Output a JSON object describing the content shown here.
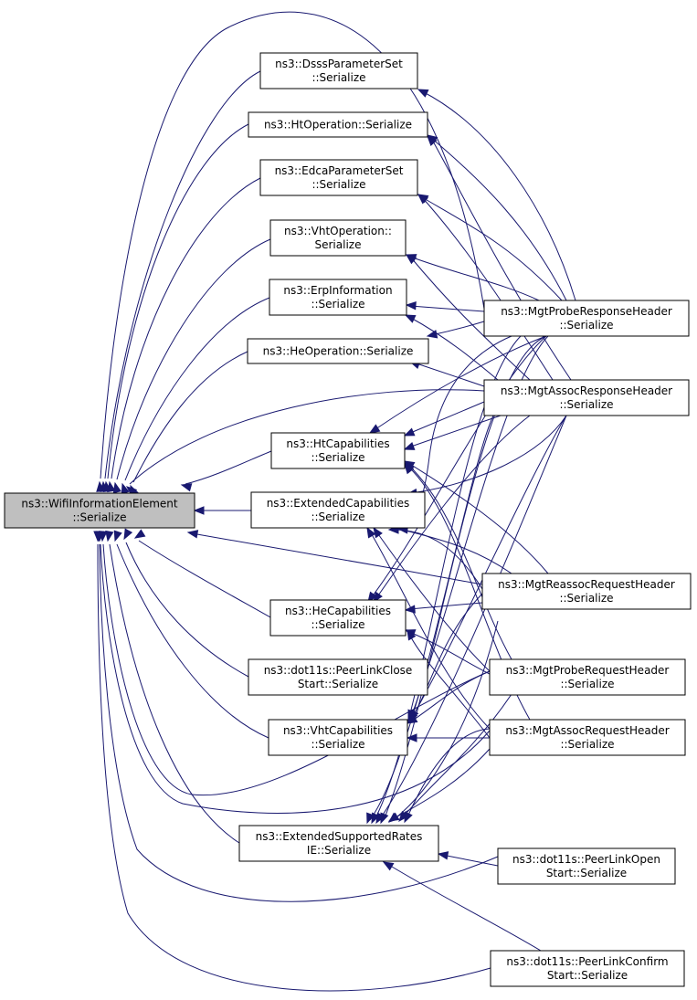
{
  "nodes": {
    "wifi_ie": [
      "ns3::WifiInformationElement",
      "::Serialize"
    ],
    "dsss": [
      "ns3::DsssParameterSet",
      "::Serialize"
    ],
    "htop": [
      "ns3::HtOperation::Serialize"
    ],
    "edca": [
      "ns3::EdcaParameterSet",
      "::Serialize"
    ],
    "vhtop": [
      "ns3::VhtOperation::",
      "Serialize"
    ],
    "erp": [
      "ns3::ErpInformation",
      "::Serialize"
    ],
    "heop": [
      "ns3::HeOperation::Serialize"
    ],
    "htcap": [
      "ns3::HtCapabilities",
      "::Serialize"
    ],
    "extcap": [
      "ns3::ExtendedCapabilities",
      "::Serialize"
    ],
    "hecap": [
      "ns3::HeCapabilities",
      "::Serialize"
    ],
    "plclose": [
      "ns3::dot11s::PeerLinkClose",
      "Start::Serialize"
    ],
    "vhtcap": [
      "ns3::VhtCapabilities",
      "::Serialize"
    ],
    "extrates": [
      "ns3::ExtendedSupportedRates",
      "IE::Serialize"
    ],
    "probe_resp": [
      "ns3::MgtProbeResponseHeader",
      "::Serialize"
    ],
    "assoc_resp": [
      "ns3::MgtAssocResponseHeader",
      "::Serialize"
    ],
    "reassoc_req": [
      "ns3::MgtReassocRequestHeader",
      "::Serialize"
    ],
    "probe_req": [
      "ns3::MgtProbeRequestHeader",
      "::Serialize"
    ],
    "assoc_req": [
      "ns3::MgtAssocRequestHeader",
      "::Serialize"
    ],
    "plopen": [
      "ns3::dot11s::PeerLinkOpen",
      "Start::Serialize"
    ],
    "plconfirm": [
      "ns3::dot11s::PeerLinkConfirm",
      "Start::Serialize"
    ]
  },
  "colors": {
    "edge": "#191970",
    "root_fill": "#bfbfbf",
    "node_fill": "#ffffff",
    "node_border": "#000000"
  }
}
